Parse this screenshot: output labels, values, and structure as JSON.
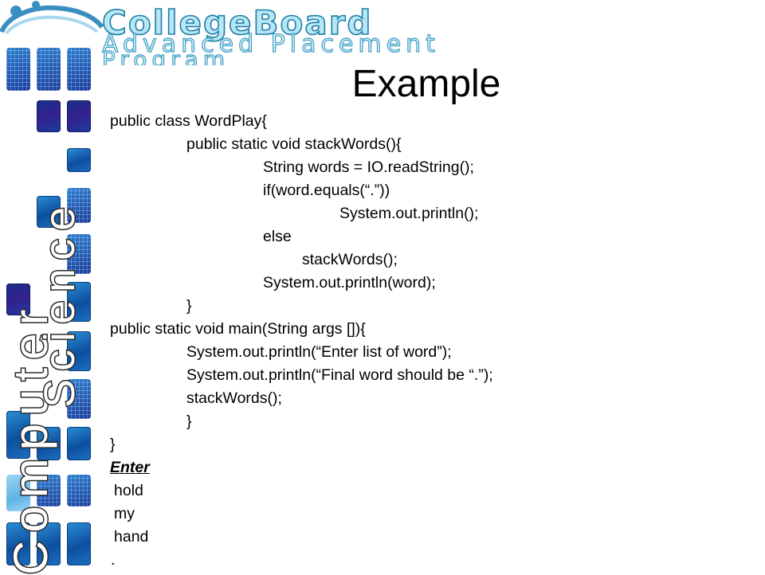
{
  "header": {
    "brand_line1": "CollegeBoard",
    "brand_line2": "Advanced Placement",
    "brand_line3": "Program"
  },
  "sidebar": {
    "word1": "Computer",
    "word2": "Science"
  },
  "slide": {
    "title": "Example",
    "code_lines": [
      "public class WordPlay{",
      "public static void stackWords(){",
      "String words = IO.readString();",
      "if(word.equals(“.”))",
      "System.out.println();",
      "else",
      "stackWords();",
      "System.out.println(word);",
      "}",
      "public static void main(String args []){",
      "System.out.println(“Enter list of word”);",
      "System.out.println(“Final word should be “.”);",
      "stackWords();",
      "}",
      "}"
    ],
    "input_label": "Enter",
    "input_lines": [
      "hold",
      "my",
      "hand",
      "."
    ]
  },
  "colors": {
    "brand_fill": "#b9e6f4",
    "brand_stroke": "#1a7fa8",
    "tile_blue": "#1c6fc2"
  }
}
